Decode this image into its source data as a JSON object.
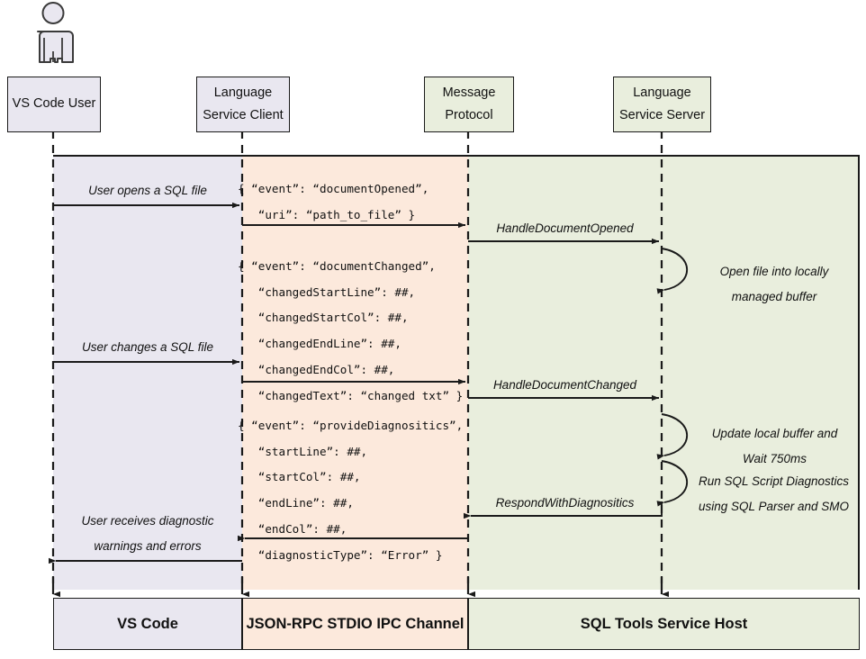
{
  "diagram": {
    "title": "SQL Tools Service language service sequence diagram",
    "colors": {
      "lavender": "#e9e7f0",
      "peach": "#fce9dc",
      "green": "#e9eedd",
      "stroke": "#1a1a1a"
    }
  },
  "actor": {
    "name": "vs-code-user-actor"
  },
  "participants": [
    {
      "id": "vs-code-user",
      "line1": "VS Code User",
      "line2": "",
      "tint": "lav"
    },
    {
      "id": "language-service-client",
      "line1": "Language",
      "line2": "Service Client",
      "tint": "lav"
    },
    {
      "id": "message-protocol",
      "line1": "Message",
      "line2": "Protocol",
      "tint": "grn"
    },
    {
      "id": "language-service-server",
      "line1": "Language",
      "line2": "Service Server",
      "tint": "grn"
    }
  ],
  "footer": [
    {
      "id": "vs-code",
      "label": "VS Code",
      "tint": "lav"
    },
    {
      "id": "json-rpc-stdio-ipc",
      "label": "JSON-RPC STDIO IPC Channel",
      "tint": "peach"
    },
    {
      "id": "sql-tools-service-host",
      "label": "SQL Tools Service Host",
      "tint": "grn"
    }
  ],
  "messages": {
    "user_opens": "User opens a SQL file",
    "user_changes": "User changes a SQL file",
    "user_receives": "User receives diagnostic\nwarnings and errors",
    "handle_document_opened": "HandleDocumentOpened",
    "handle_document_changed": "HandleDocumentChanged",
    "respond_with_diagnostics": "RespondWithDiagnositics"
  },
  "json_payloads": {
    "document_opened": "{ “event”: “documentOpened”,\n   “uri”: “path_to_file” }",
    "document_changed": "{ “event”: “documentChanged”,\n   “changedStartLine”: ##,\n   “changedStartCol”: ##,\n   “changedEndLine”: ##,\n   “changedEndCol”: ##,\n   “changedText”: “changed txt” }",
    "provide_diagnostics": "{ “event”: “provideDiagnositics”,\n   “startLine”: ##,\n   “startCol”: ##,\n   “endLine”: ##,\n   “endCol”: ##,\n   “diagnosticType”: “Error” }"
  },
  "notes": {
    "open_file": "Open file into locally\nmanaged buffer",
    "update_buffer": "Update local buffer and\nWait 750ms",
    "run_diagnostics": "Run SQL Script Diagnostics\nusing SQL Parser and SMO"
  }
}
